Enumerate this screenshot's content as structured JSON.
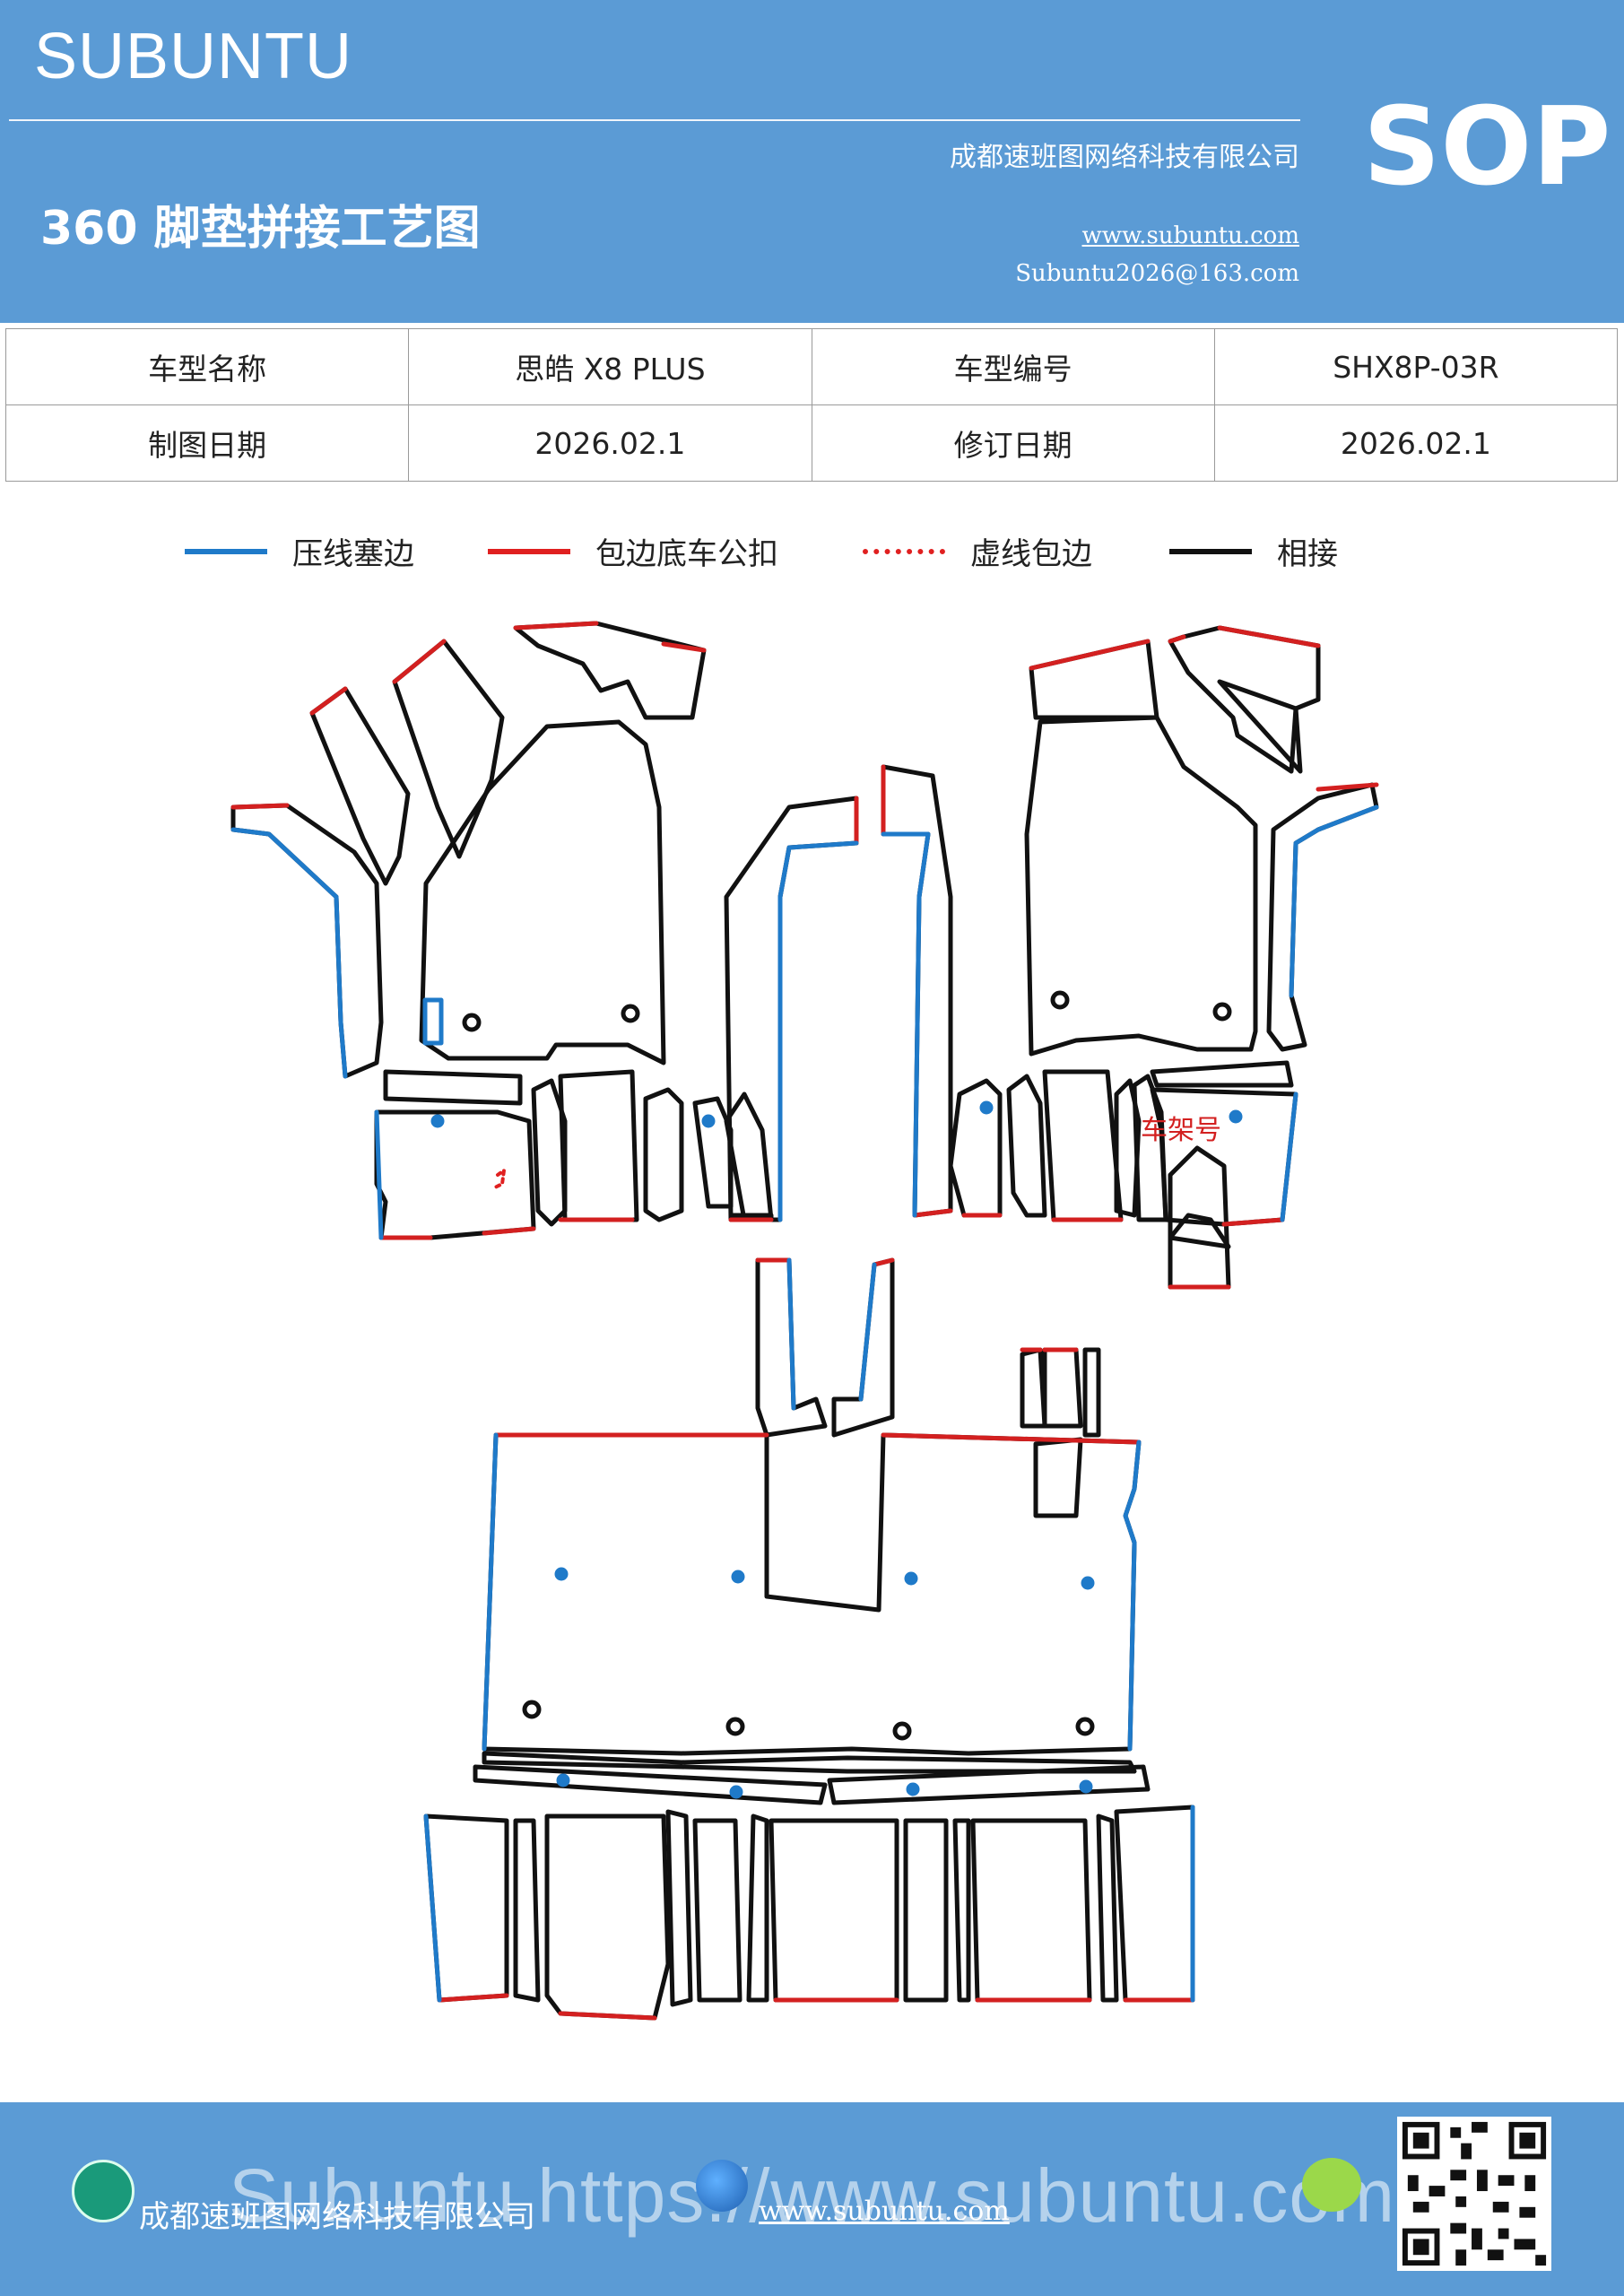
{
  "header": {
    "brand": "SUBUNTU",
    "title": "360 脚垫拼接工艺图",
    "company": "成都速班图网络科技有限公司",
    "website": "www.subuntu.com",
    "email": "Subuntu2026@163.com",
    "badge": "SOP",
    "background_color": "#5b9bd5"
  },
  "info_table": {
    "row1": [
      "车型名称",
      "思皓 X8  PLUS",
      "车型编号",
      "SHX8P-03R"
    ],
    "row2": [
      "制图日期",
      "2026.02.1",
      "修订日期",
      "2026.02.1"
    ]
  },
  "legend": [
    {
      "label": "压线塞边",
      "color": "#1f7ac9",
      "style": "solid"
    },
    {
      "label": "包边底车公扣",
      "color": "#e02020",
      "style": "solid"
    },
    {
      "label": "虚线包边",
      "color": "#e02020",
      "style": "dotted"
    },
    {
      "label": "相接",
      "color": "#111111",
      "style": "solid"
    }
  ],
  "diagram": {
    "frame_label": "车架号",
    "colors": {
      "press": "#1f7ac9",
      "edge": "#d32020",
      "join": "#111111"
    }
  },
  "footer": {
    "company": "成都速班图网络科技有限公司",
    "website": "www.subuntu.com",
    "watermark": "Subuntu https://www.subuntu.com",
    "company_icon": "building-icon",
    "globe_icon": "globe-icon",
    "wechat_icon": "wechat-icon",
    "qr": "qr-code"
  }
}
